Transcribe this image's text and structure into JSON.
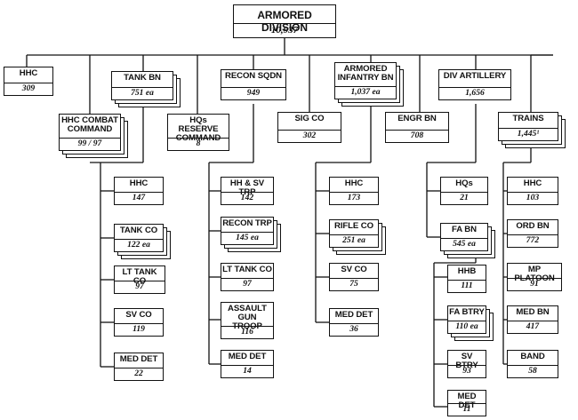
{
  "root": {
    "label": "ARMORED DIVISION",
    "strength": "10,937"
  },
  "level1": {
    "hhc": {
      "label": "HHC",
      "strength": "309"
    },
    "tank_bn": {
      "label": "TANK BN",
      "strength": "751 ea"
    },
    "recon_sqdn": {
      "label": "RECON SQDN",
      "strength": "949"
    },
    "armored_infantry_bn": {
      "label": "ARMORED\nINFANTRY BN",
      "strength": "1,037 ea"
    },
    "div_artillery": {
      "label": "DIV ARTILLERY",
      "strength": "1,656"
    }
  },
  "level2": {
    "hhc_combat_command": {
      "label": "HHC COMBAT\nCOMMAND",
      "strength": "99 / 97"
    },
    "hqs_reserve_command": {
      "label": "HQs RESERVE\nCOMMAND",
      "strength": "8"
    },
    "sig_co": {
      "label": "SIG CO",
      "strength": "302"
    },
    "engr_bn": {
      "label": "ENGR BN",
      "strength": "708"
    },
    "trains": {
      "label": "TRAINS",
      "strength": "1,445¹"
    }
  },
  "tank_bn_units": [
    {
      "label": "HHC",
      "strength": "147"
    },
    {
      "label": "TANK CO",
      "strength": "122 ea"
    },
    {
      "label": "LT TANK CO",
      "strength": "97"
    },
    {
      "label": "SV CO",
      "strength": "119"
    },
    {
      "label": "MED DET",
      "strength": "22"
    }
  ],
  "recon_units": [
    {
      "label": "HH & SV TRP",
      "strength": "142"
    },
    {
      "label": "RECON TRP",
      "strength": "145 ea"
    },
    {
      "label": "LT TANK CO",
      "strength": "97"
    },
    {
      "label": "ASSAULT\nGUN TROOP",
      "strength": "116"
    },
    {
      "label": "MED DET",
      "strength": "14"
    }
  ],
  "infantry_units": [
    {
      "label": "HHC",
      "strength": "173"
    },
    {
      "label": "RIFLE CO",
      "strength": "251 ea"
    },
    {
      "label": "SV CO",
      "strength": "75"
    },
    {
      "label": "MED DET",
      "strength": "36"
    }
  ],
  "artillery_units": [
    {
      "label": "HQs",
      "strength": "21"
    },
    {
      "label": "FA BN",
      "strength": "545 ea"
    }
  ],
  "fa_bn_units": [
    {
      "label": "HHB",
      "strength": "111"
    },
    {
      "label": "FA BTRY",
      "strength": "110 ea"
    },
    {
      "label": "SV BTRY",
      "strength": "93"
    },
    {
      "label": "MED DET",
      "strength": "11"
    }
  ],
  "trains_units": [
    {
      "label": "HHC",
      "strength": "103"
    },
    {
      "label": "ORD BN",
      "strength": "772"
    },
    {
      "label": "MP PLATOON",
      "strength": "91"
    },
    {
      "label": "MED BN",
      "strength": "417"
    },
    {
      "label": "BAND",
      "strength": "58"
    }
  ]
}
